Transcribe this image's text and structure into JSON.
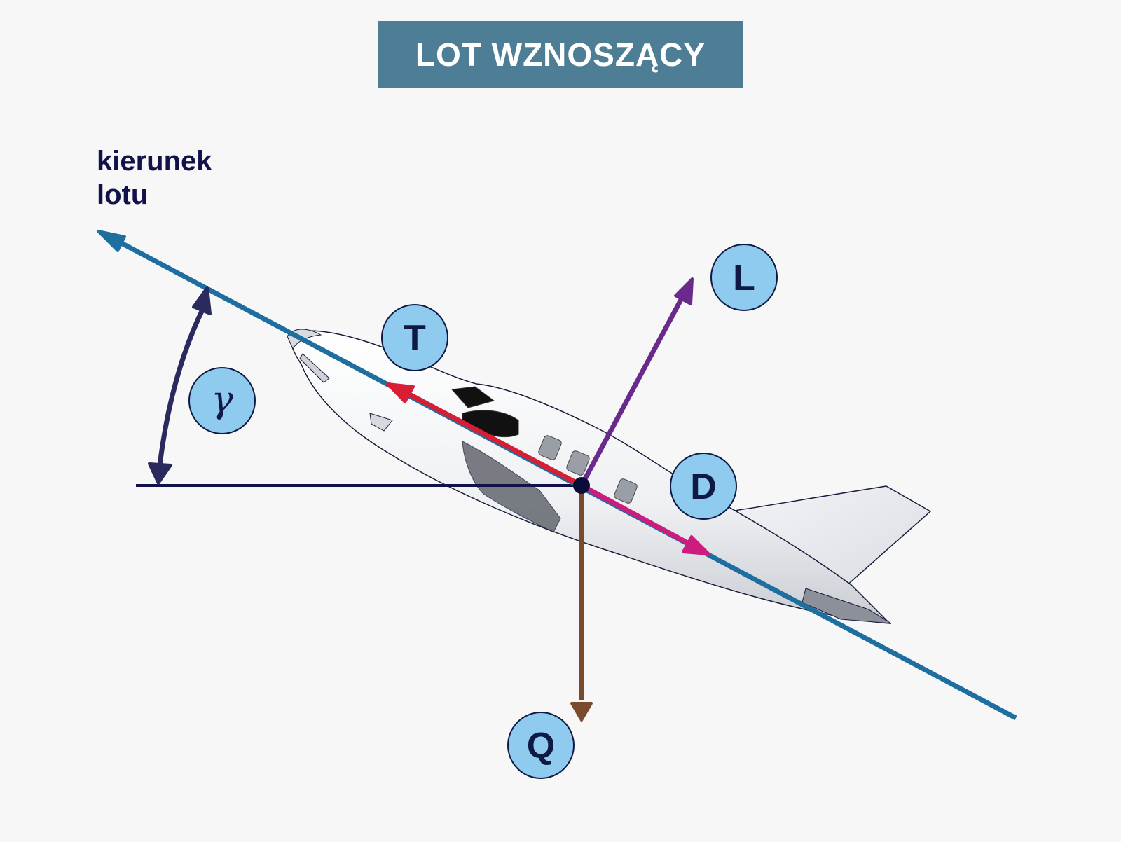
{
  "title": "LOT WZNOSZĄCY",
  "direction_label": [
    "kierunek",
    "lotu"
  ],
  "forces": {
    "thrust": "T",
    "lift": "L",
    "drag": "D",
    "weight": "Q"
  },
  "angle_symbol": "γ",
  "colors": {
    "title_bg": "#4e7d96",
    "flight_path": "#1f6ea0",
    "thrust": "#d61f34",
    "lift": "#6a2a8c",
    "drag": "#cc1c7d",
    "weight": "#7a4a2c",
    "angle_arc": "#2b2a5e",
    "badge_fill": "#8ecbef",
    "badge_text": "#0f1a44"
  }
}
